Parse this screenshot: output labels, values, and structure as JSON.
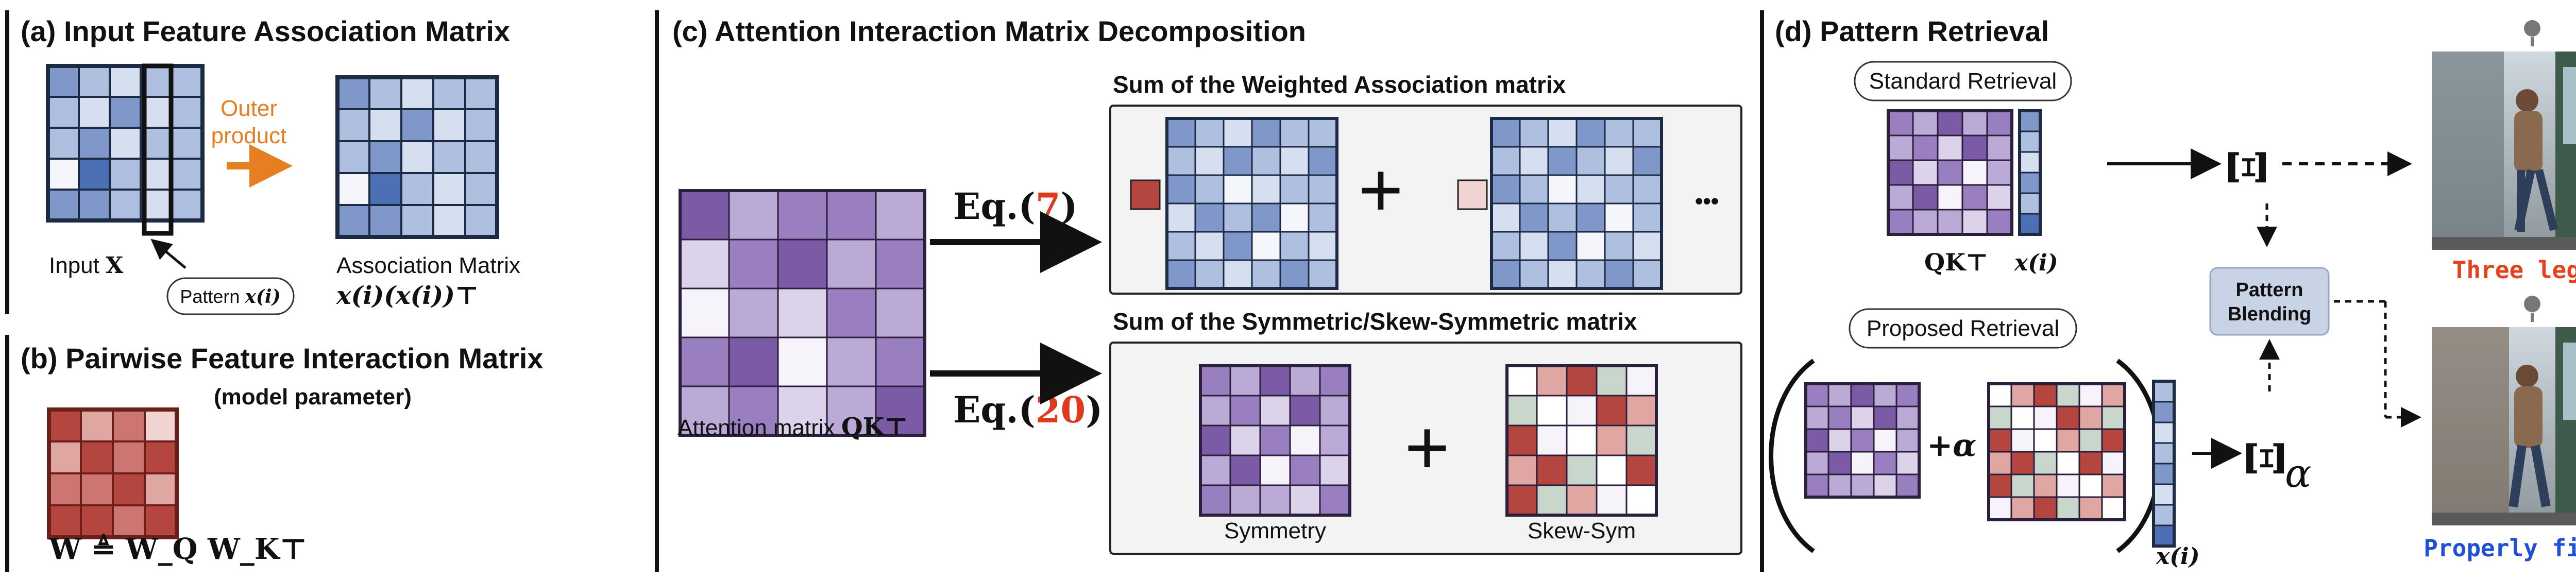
{
  "panels": {
    "a": {
      "title": "(a) Input Feature Association Matrix",
      "arrow_label_line1": "Outer",
      "arrow_label_line2": "product",
      "input_label": "Input",
      "input_symbol": "X",
      "pattern_bubble": "Pattern",
      "pattern_symbol": "x(i)",
      "assoc_label": "Association Matrix",
      "assoc_formula": "x(i)(x(i))⊤"
    },
    "b": {
      "title": "(b) Pairwise Feature Interaction Matrix",
      "subtitle": "(model parameter)",
      "formula": "W ≜ W_Q W_K⊤"
    },
    "c": {
      "title": "(c) Attention Interaction Matrix Decomposition",
      "attention_label": "Attention matrix",
      "attention_symbol": "QK⊤",
      "eq_top_prefix": "Eq.(",
      "eq_top_num": "7",
      "eq_top_suffix": ")",
      "eq_bottom_prefix": "Eq.(",
      "eq_bottom_num": "20",
      "eq_bottom_suffix": ")",
      "box_top_title": "Sum of the Weighted Association matrix",
      "box_bottom_title": "Sum of the Symmetric/Skew-Symmetric matrix",
      "plus": "+",
      "ellipsis": "•••",
      "symmetry_label": "Symmetry",
      "skew_label": "Skew-Sym"
    },
    "d": {
      "title": "(d) Pattern Retrieval",
      "standard_bubble": "Standard Retrieval",
      "proposed_bubble": "Proposed Retrieval",
      "qk_label": "QK⊤",
      "x_label": "x(i)",
      "xi_symbol": "Ξ",
      "xi_alpha_symbol": "Ξ",
      "alpha": "α",
      "plus_alpha": "+α",
      "blend_line1": "Pattern",
      "blend_line2": "Blending",
      "result_top": "Three legs!",
      "result_bottom": "Properly fixed!"
    }
  },
  "colors": {
    "blue_shades": [
      "#4d6fb5",
      "#7f97c9",
      "#aebfe0",
      "#d5dff0",
      "#f4f6fb"
    ],
    "purple_shades": [
      "#7b5aa6",
      "#9a7fc0",
      "#bcaad6",
      "#dcd2ea",
      "#f6f3fa"
    ],
    "red_shades": [
      "#b5463f",
      "#cd7671",
      "#e0a6a2",
      "#f1d3d1"
    ],
    "accent_orange": "#e67e22",
    "eq_red": "#e03a1e",
    "result_red": "#e5411c",
    "result_blue": "#1f4fd6",
    "blend_box": "#c9d3e6"
  }
}
